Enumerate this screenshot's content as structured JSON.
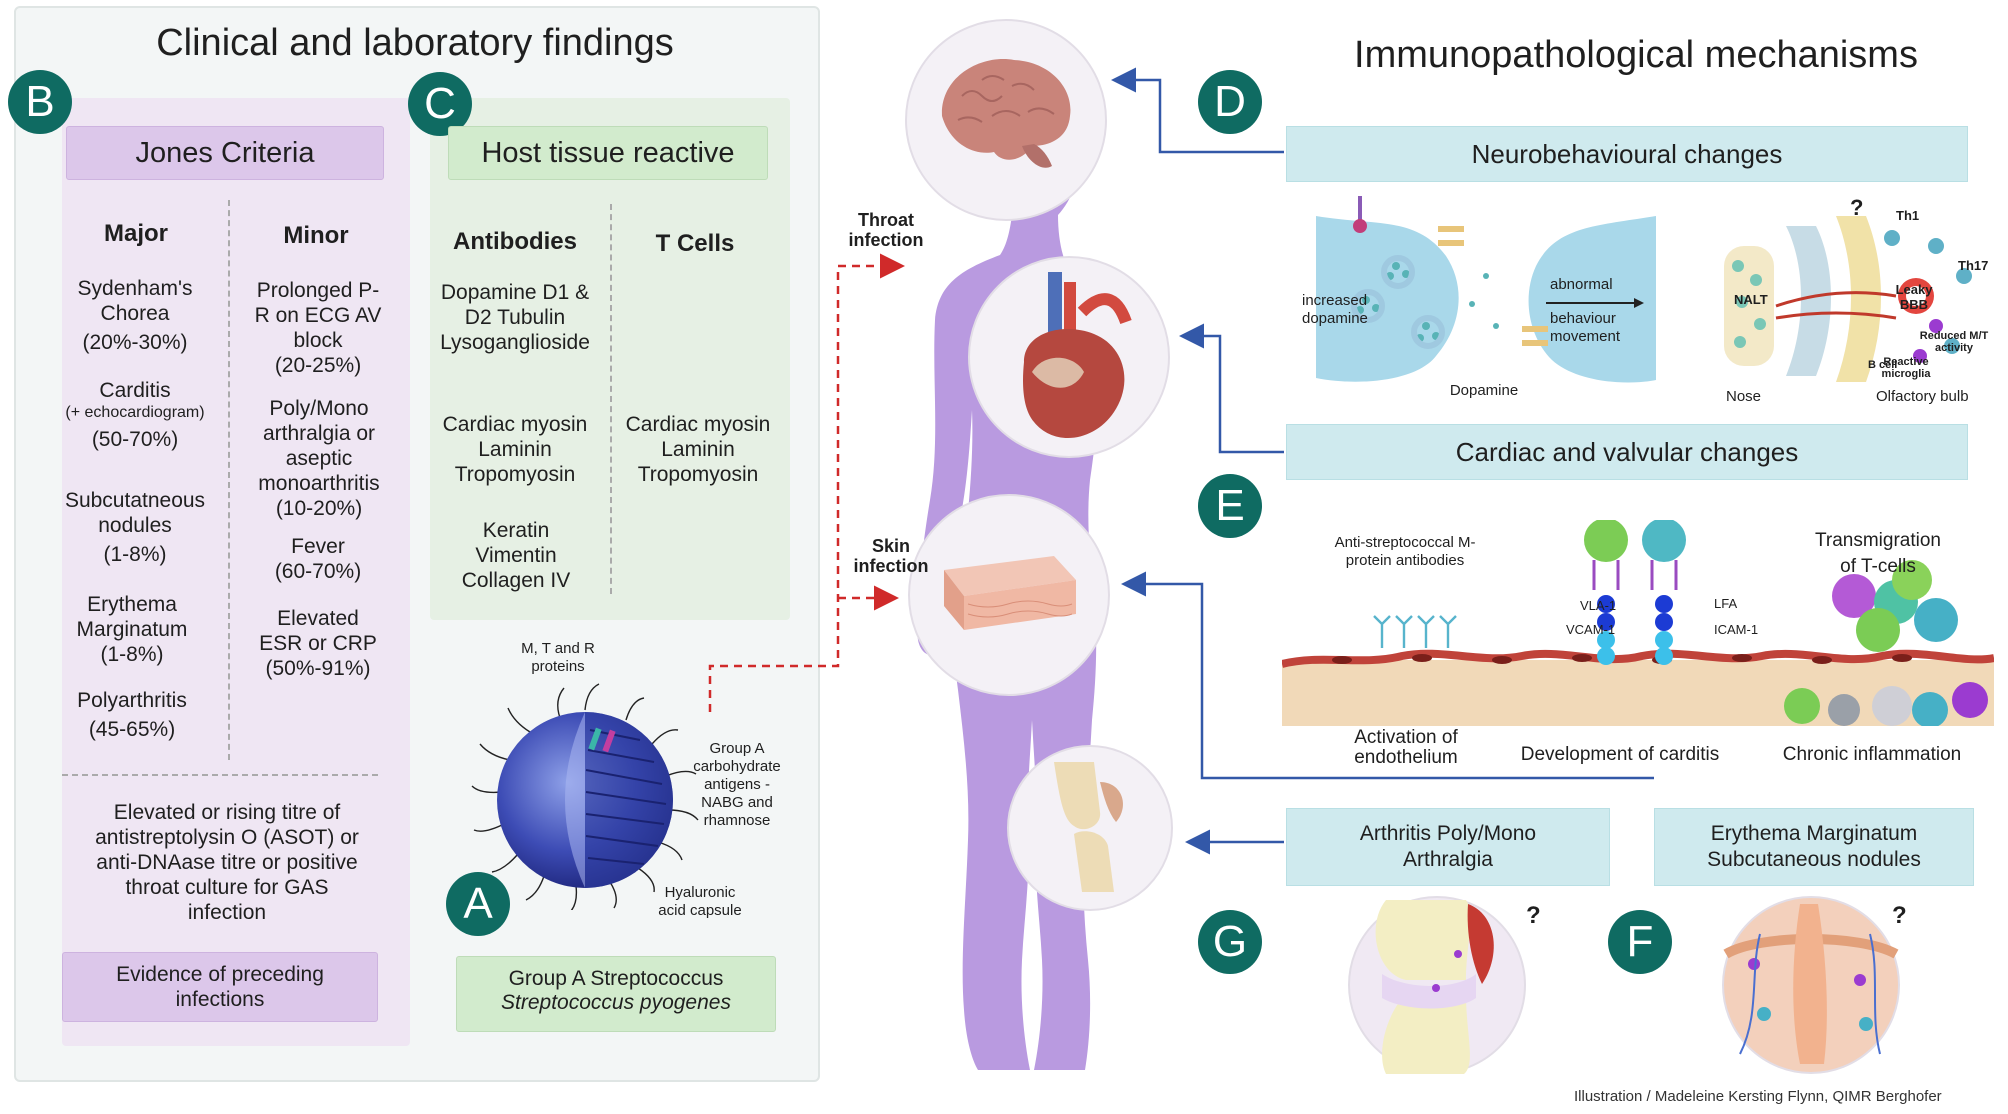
{
  "left": {
    "title": "Clinical and laboratory findings",
    "labels": {
      "b": "B",
      "c": "C",
      "a": "A"
    },
    "jones": {
      "header": "Jones Criteria",
      "major_title": "Major",
      "minor_title": "Minor",
      "major": [
        {
          "name": "Sydenham's Chorea",
          "pct": "(20%-30%)"
        },
        {
          "name": "Carditis",
          "note": "(+ echocardiogram)",
          "pct": "(50-70%)"
        },
        {
          "name": "Subcutatneous nodules",
          "pct": "(1-8%)"
        },
        {
          "name": "Erythema Marginatum",
          "pct": "(1-8%)"
        },
        {
          "name": "Polyarthritis",
          "pct": "(45-65%)"
        }
      ],
      "minor": [
        {
          "name": "Prolonged P-R on ECG AV block",
          "pct": "(20-25%)"
        },
        {
          "name": "Poly/Mono arthralgia or aseptic monoarthritis",
          "pct": "(10-20%)"
        },
        {
          "name": "Fever",
          "pct": "(60-70%)"
        },
        {
          "name": "Elevated ESR or CRP",
          "pct": "(50%-91%)"
        }
      ],
      "lab": "Elevated or rising titre of antistreptolysin O (ASOT) or anti-DNAase titre or positive throat culture for GAS infection",
      "evidence": "Evidence of preceding infections"
    },
    "host": {
      "header": "Host tissue reactive",
      "antibodies_title": "Antibodies",
      "tcells_title": "T Cells",
      "antibodies_1": "Dopamine D1 & D2 Tubulin Lysoganglioside",
      "antibodies_2": "Cardiac myosin Laminin Tropomyosin",
      "antibodies_3": "Keratin Vimentin Collagen IV",
      "tcells_1": "Cardiac myosin Laminin Tropomyosin"
    },
    "strep": {
      "label_proteins": "M, T and R proteins",
      "label_carb": "Group A carbohydrate antigens - NABG and rhamnose",
      "label_capsule": "Hyaluronic acid capsule",
      "name": "Group A Streptococcus",
      "species": "Streptococcus pyogenes"
    }
  },
  "center": {
    "throat": "Throat infection",
    "skin": "Skin infection"
  },
  "right": {
    "title": "Immunopathological mechanisms",
    "labels": {
      "d": "D",
      "e": "E",
      "f": "F",
      "g": "G"
    },
    "neuro": {
      "header": "Neurobehavioural changes",
      "increased": "increased dopamine",
      "abnormal": "abnormal",
      "behaviour": "behaviour movement",
      "dopamine": "Dopamine",
      "question": "?",
      "nose": "Nose",
      "bulb": "Olfactory bulb",
      "nalt": "NALT",
      "th1": "Th1",
      "th17": "Th17",
      "leaky": "Leaky BBB",
      "reduced": "Reduced M/T activity",
      "reactive": "Reactive microglia",
      "bcell": "B cell"
    },
    "cardiac": {
      "header": "Cardiac and valvular changes",
      "anti": "Anti-streptococcal M-protein antibodies",
      "vla": "VLA-1",
      "vcam": "VCAM-1",
      "lfa": "LFA",
      "icam": "ICAM-1",
      "transmig": "Transmigration of T-cells",
      "activation": "Activation of endothelium",
      "development": "Development of carditis",
      "chronic": "Chronic inflammation"
    },
    "arthritis": "Arthritis Poly/Mono Arthralgia",
    "erythema": "Erythema Marginatum Subcutaneous nodules",
    "question": "?",
    "credit": "Illustration / Madeleine Kersting Flynn, QIMR Berghofer"
  },
  "colors": {
    "teal_badge": "#0f6b62",
    "purple_panel": "#efe6f3",
    "green_panel": "#e6f0e4",
    "teal_header": "#cfeaee",
    "body": "#b99ae0",
    "arrow_blue": "#3358a8",
    "arrow_red": "#d02a2a"
  }
}
